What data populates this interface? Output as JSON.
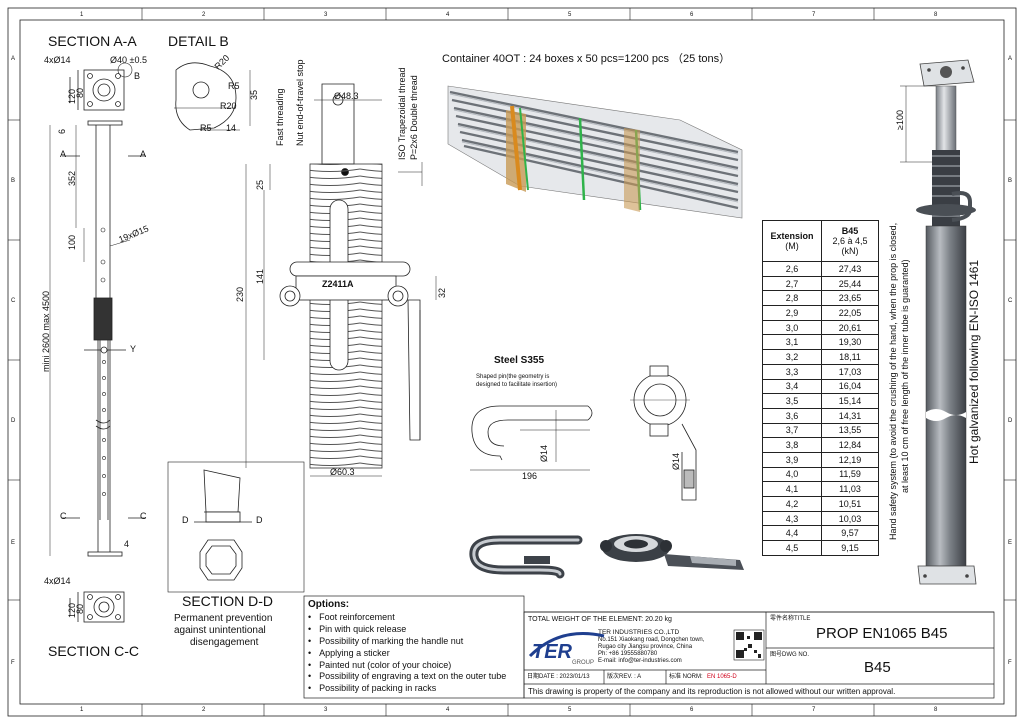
{
  "grid": {
    "top_numbers": [
      "1",
      "2",
      "3",
      "4",
      "5",
      "6",
      "7",
      "8"
    ],
    "bottom_numbers": [
      "1",
      "2",
      "3",
      "4",
      "5",
      "6",
      "7",
      "8"
    ],
    "side_letters": [
      "A",
      "B",
      "C",
      "D",
      "E",
      "F"
    ]
  },
  "section_aa": {
    "title": "SECTION A-A",
    "holes": "4xØ14",
    "outer_dia": "Ø40 ±0.5",
    "ref_b": "B",
    "dim_120": "120",
    "dim_80": "80",
    "dim_6": "6",
    "dim_352": "352",
    "dim_100": "100",
    "holes_19": "19xØ15",
    "length": "mini 2600 max 4500",
    "cut_a": "A",
    "cut_c": "C",
    "mark_y": "Y",
    "dim_4": "4"
  },
  "detail_b": {
    "title": "DETAIL B",
    "r20": "R20",
    "r5": "R5",
    "dim_35": "35",
    "r20b": "R20",
    "r5b": "R5",
    "dim_14": "14"
  },
  "thread": {
    "label_fast": "Fast threading",
    "label_nut": "Nut end-of-travel stop",
    "label_iso": "ISO Trapezoidal thread",
    "label_pitch": "P=2x6 Double thread",
    "dia_483": "Ø48.3",
    "dim_25": "25",
    "dim_141": "141",
    "dim_230": "230",
    "dim_32": "32",
    "nut_code": "Z2411A",
    "dia_603": "Ø60.3"
  },
  "container": {
    "text": "Container 40OT  : 24 boxes x 50 pcs=1200 pcs （25 tons）"
  },
  "pin": {
    "title": "Steel S355",
    "note_line1": "Shaped pin(the geometry is",
    "note_line2": "designed to facilitate insertion)",
    "dia": "Ø14",
    "dia2": "Ø14",
    "len": "196"
  },
  "extension_table": {
    "col1_header_1": "Extension",
    "col1_header_2": "(M)",
    "col2_header_1": "B45",
    "col2_header_2": "2,6 à 4,5",
    "col2_header_3": "(kN)",
    "rows": [
      [
        "2,6",
        "27,43"
      ],
      [
        "2,7",
        "25,44"
      ],
      [
        "2,8",
        "23,65"
      ],
      [
        "2,9",
        "22,05"
      ],
      [
        "3,0",
        "20,61"
      ],
      [
        "3,1",
        "19,30"
      ],
      [
        "3,2",
        "18,11"
      ],
      [
        "3,3",
        "17,03"
      ],
      [
        "3,4",
        "16,04"
      ],
      [
        "3,5",
        "15,14"
      ],
      [
        "3,6",
        "14,31"
      ],
      [
        "3,7",
        "13,55"
      ],
      [
        "3,8",
        "12,84"
      ],
      [
        "3,9",
        "12,19"
      ],
      [
        "4,0",
        "11,59"
      ],
      [
        "4,1",
        "11,03"
      ],
      [
        "4,2",
        "10,51"
      ],
      [
        "4,3",
        "10,03"
      ],
      [
        "4,4",
        "9,57"
      ],
      [
        "4,5",
        "9,15"
      ]
    ]
  },
  "side_notes": {
    "safety_1": "Hand safety system (to avoid the crushing of the hand, when the prop is closed,",
    "safety_2": "at least 10 cm of free length of the inner tube is guaranted)",
    "galvanized": "Hot galvanized following EN-ISO 1461",
    "dim_100": "≥100"
  },
  "section_dd": {
    "title": "SECTION D-D",
    "cut_d": "D",
    "desc_1": "Permanent prevention",
    "desc_2": "against unintentional",
    "desc_3": "disengagement"
  },
  "section_cc": {
    "title": "SECTION C-C",
    "holes": "4xØ14",
    "dim_120": "120",
    "dim_80": "80"
  },
  "options": {
    "title": "Options:",
    "items": [
      "Foot reinforcement",
      "Pin with quick release",
      "Possibility of marking the handle nut",
      "Applying a sticker",
      "Painted nut (color of your choice)",
      "Possibility of engraving a text on the outer tube",
      "Possibility of packing in racks"
    ]
  },
  "title_block": {
    "weight": "TOTAL WEIGHT OF THE ELEMENT:  20.20 kg",
    "logo": "TER",
    "logo_sub": "GROUP",
    "company": "TER INDUSTRIES CO.,LTD",
    "addr1": "No.151 Xiaokang road, Dongchen town,",
    "addr2": "Rugao city Jiangsu province, China",
    "phone": "Ph: +86 19555880780",
    "email": "E-mail: info@ter-industries.com",
    "date": "日期DATE : 2023/01/13",
    "rev": "版次REV. : A",
    "norm_label": "标准 NORM:",
    "norm_value": "EN 1065-D",
    "name_label": "零件名称TITLE",
    "name": "PROP EN1065 B45",
    "dwg_label": "图号DWG NO.",
    "dwg": "B45",
    "disclaimer": "This drawing is property of the company and its reproduction is not allowed without our written approval."
  },
  "colors": {
    "line": "#222222",
    "steel_dark": "#4a4f55",
    "steel_light": "#c9ccd0",
    "band_green": "#2fb34a",
    "band_orange": "#d98a1e",
    "norm_red": "#d0021b",
    "logo_blue": "#1f3f8f"
  }
}
